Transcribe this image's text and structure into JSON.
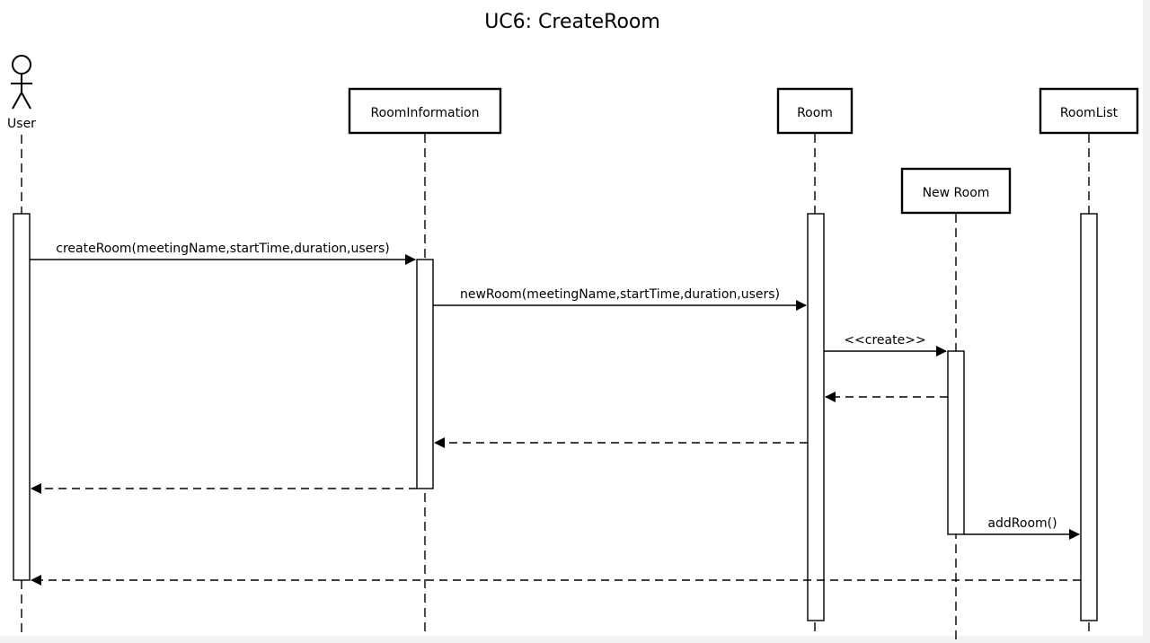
{
  "title": "UC6: CreateRoom",
  "actor": {
    "label": "User"
  },
  "participants": {
    "room_information": "RoomInformation",
    "room": "Room",
    "new_room": "New Room",
    "room_list": "RoomList"
  },
  "messages": {
    "create_room": "createRoom(meetingName,startTime,duration,users)",
    "new_room": "newRoom(meetingName,startTime,duration,users)",
    "create_stereotype": "<<create>>",
    "add_room": "addRoom()"
  },
  "colors": {
    "background": "#f3f3f3",
    "diagram_background": "#ffffff",
    "stroke": "#000000"
  }
}
